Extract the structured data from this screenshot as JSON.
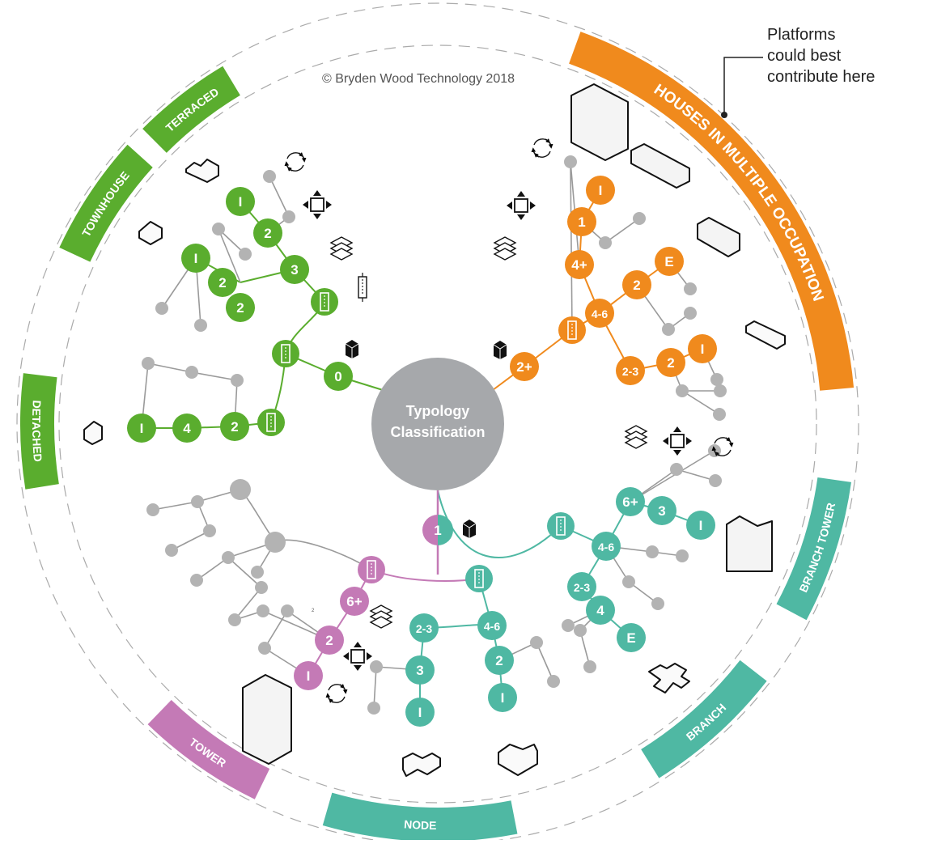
{
  "copyright": "© Bryden Wood Technology 2018",
  "callout": {
    "line1": "Platforms",
    "line2": "could best",
    "line3": "contribute here"
  },
  "center_label": {
    "line1": "Typology",
    "line2": "Classification"
  },
  "colors": {
    "green": "#5aad2e",
    "orange": "#f08a1d",
    "teal": "#4fb8a3",
    "pink": "#c47ab6",
    "grey_node": "#b3b3b3",
    "grey_line": "#9a9a9a",
    "center": "#a6a8ab",
    "ring": "#aaaaaa"
  },
  "categories": [
    {
      "id": "detached",
      "label": "DETACHED",
      "color": "green"
    },
    {
      "id": "townhouse",
      "label": "TOWNHOUSE",
      "color": "green"
    },
    {
      "id": "terraced",
      "label": "TERRACED",
      "color": "green"
    },
    {
      "id": "hmo",
      "label": "HOUSES IN MULTIPLE OCCUPATION",
      "color": "orange"
    },
    {
      "id": "branch-tower",
      "label": "BRANCH TOWER",
      "color": "teal"
    },
    {
      "id": "branch",
      "label": "BRANCH",
      "color": "teal"
    },
    {
      "id": "node",
      "label": "NODE",
      "color": "teal"
    },
    {
      "id": "tower",
      "label": "TOWER",
      "color": "pink"
    }
  ],
  "node_labels": {
    "green": [
      "0",
      "I",
      "4",
      "2",
      "3",
      "2",
      "2",
      "I",
      "2",
      "I"
    ],
    "orange": [
      "2+",
      "4-6",
      "2",
      "E",
      "2-3",
      "2",
      "I",
      "4+",
      "1",
      "I"
    ],
    "teal": [
      "4-6",
      "6+",
      "3",
      "I",
      "2-3",
      "4",
      "E",
      "4-6",
      "2",
      "I",
      "2-3",
      "3",
      "I"
    ],
    "pink": [
      "1",
      "6+",
      "2",
      "I"
    ]
  },
  "stray_mark": "2",
  "icons": [
    "rotate-icon",
    "move-arrows-icon",
    "layers-icon",
    "panel-icon",
    "block-icon",
    "building-icon"
  ]
}
